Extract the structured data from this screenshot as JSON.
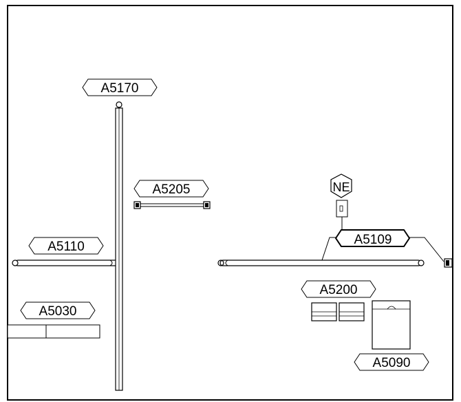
{
  "tags": {
    "a5170": "A5170",
    "a5205": "A5205",
    "a5110": "A5110",
    "a5030": "A5030",
    "a5109": "A5109",
    "a5200": "A5200",
    "a5090": "A5090",
    "ne": "NE"
  },
  "colors": {
    "line": "#000000",
    "background": "#ffffff"
  }
}
